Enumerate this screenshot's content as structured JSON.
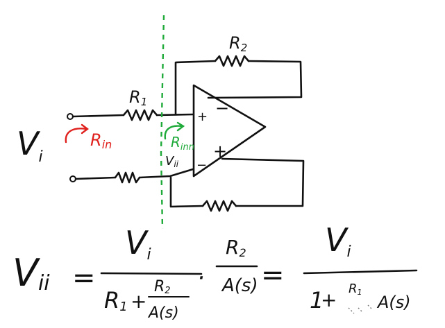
{
  "labels": {
    "r1": "R",
    "r1_sub": "1",
    "r2": "R",
    "r2_sub": "2",
    "vi": "V",
    "vi_sub": "i",
    "r_in": "R",
    "r_in_sub": "in",
    "r_inn": "R",
    "r_inn_sub": "inn",
    "vii_node": "V",
    "vii_node_sub": "ii",
    "opamp_top_inner_plus": "+",
    "opamp_top_minus": "−",
    "opamp_bottom_plus": "+",
    "opamp_bottom_inner_minus": "−"
  },
  "equation": {
    "lhs": "V",
    "lhs_sub": "ii",
    "equals1": "=",
    "frac1_num": "V",
    "frac1_num_sub": "i",
    "frac1_den_r1": "R",
    "frac1_den_r1_sub": "1",
    "frac1_den_plus": "+",
    "frac1_den_r2": "R",
    "frac1_den_r2_sub": "2",
    "frac1_den_as": "A(s)",
    "dot": "·",
    "frac2_num": "R",
    "frac2_num_sub": "2",
    "frac2_den": "A(s)",
    "equals2": "=",
    "frac3_num": "V",
    "frac3_num_sub": "i",
    "frac3_den_one": "1",
    "frac3_den_plus": "+",
    "frac3_den_r": "R",
    "frac3_den_r_sub": "1",
    "frac3_den_as": "A(s)"
  },
  "colors": {
    "ink": "#111111",
    "red": "#e0201c",
    "green": "#1faa3a"
  }
}
